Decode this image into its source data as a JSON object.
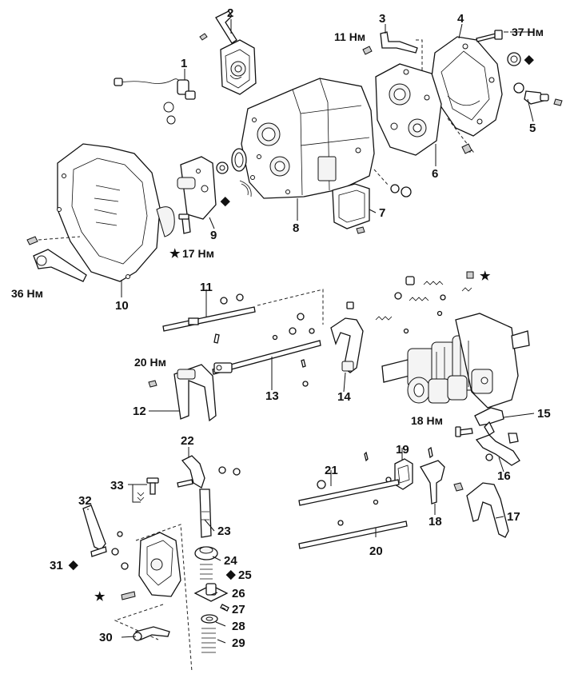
{
  "callouts": {
    "n1": "1",
    "n2": "2",
    "n3": "3",
    "n4": "4",
    "n5": "5",
    "n6": "6",
    "n7": "7",
    "n8": "8",
    "n9": "9",
    "n10": "10",
    "n11": "11",
    "n12": "12",
    "n13": "13",
    "n14": "14",
    "n15": "15",
    "n16": "16",
    "n17": "17",
    "n18": "18",
    "n19": "19",
    "n20": "20",
    "n21": "21",
    "n22": "22",
    "n23": "23",
    "n24": "24",
    "n25": "25",
    "n26": "26",
    "n27": "27",
    "n28": "28",
    "n29": "29",
    "n30": "30",
    "n31": "31",
    "n32": "32",
    "n33": "33"
  },
  "torques": {
    "t11": "11 Нм",
    "t37": "37 Нм",
    "t17": "17 Нм",
    "t36": "36 Нм",
    "t20": "20 Нм",
    "t18": "18 Нм"
  },
  "symbols": {
    "star": "★",
    "diamond": "◆"
  }
}
